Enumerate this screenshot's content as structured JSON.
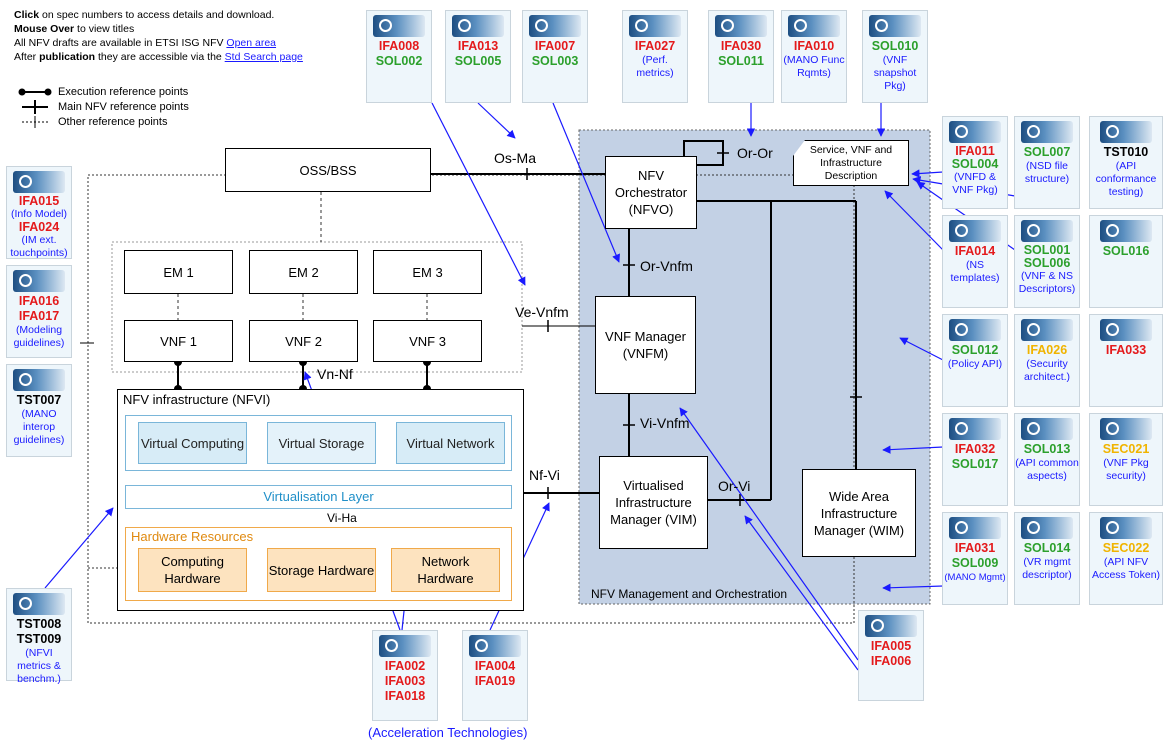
{
  "info": {
    "line1_bold": "Click",
    "line1_rest": " on spec numbers to access details and download.",
    "line2_bold": "Mouse Over",
    "line2_rest": " to view titles",
    "line3_text": "All NFV drafts are available in ETSI ISG NFV ",
    "line3_link": "Open area",
    "line4_text": "After ",
    "line4_bold": "publication",
    "line4_rest": " they are accessible via the ",
    "line4_link": "Std Search page"
  },
  "legend": {
    "execution": "Execution reference points",
    "main": "Main NFV reference points",
    "other": "Other reference points"
  },
  "boxes": {
    "oss": "OSS/BSS",
    "em1": "EM 1",
    "em2": "EM 2",
    "em3": "EM 3",
    "vnf1": "VNF 1",
    "vnf2": "VNF 2",
    "vnf3": "VNF 3",
    "nfvi": "NFV infrastructure (NFVI)",
    "vcomp": "Virtual Computing",
    "vstor": "Virtual Storage",
    "vnet": "Virtual Network",
    "vlayer": "Virtualisation Layer",
    "hw": "Hardware Resources",
    "chw": "Computing Hardware",
    "shw": "Storage Hardware",
    "nhw": "Network Hardware",
    "nfvo": "NFV Orchestrator (NFVO)",
    "vnfm": "VNF Manager (VNFM)",
    "vim": "Virtualised Infrastructure Manager (VIM)",
    "wim": "Wide Area Infrastructure Manager (WIM)",
    "desc": "Service, VNF and Infrastructure Description",
    "mano": "NFV Management and Orchestration"
  },
  "refpoints": {
    "osma": "Os-Ma",
    "oror": "Or-Or",
    "orvnfm": "Or-Vnfm",
    "vevnfm": "Ve-Vnfm",
    "vnnf": "Vn-Nf",
    "vivnfm": "Vi-Vnfm",
    "nfvi": "Nf-Vi",
    "orvi": "Or-Vi",
    "viha": "Vi-Ha"
  },
  "cards": {
    "c_ifa008": {
      "l1": "IFA008",
      "l2": "SOL002"
    },
    "c_ifa013": {
      "l1": "IFA013",
      "l2": "SOL005"
    },
    "c_ifa007": {
      "l1": "IFA007",
      "l2": "SOL003"
    },
    "c_ifa027": {
      "l1": "IFA027",
      "sub": "(Perf. metrics)"
    },
    "c_ifa030": {
      "l1": "IFA030",
      "l2": "SOL011"
    },
    "c_ifa010": {
      "l1": "IFA010",
      "sub": "(MANO Func Rqmts)"
    },
    "c_sol010": {
      "l1": "SOL010",
      "sub": "(VNF snapshot Pkg)"
    },
    "c_ifa015": {
      "l1": "IFA015",
      "sub1": "(Info Model)",
      "l2": "IFA024",
      "sub": "(IM ext. touchpoints)"
    },
    "c_ifa016": {
      "l1": "IFA016",
      "l2": "IFA017",
      "sub": "(Modeling guidelines)"
    },
    "c_tst007": {
      "l1": "TST007",
      "sub": "(MANO interop guidelines)"
    },
    "c_tst008": {
      "l1": "TST008",
      "l2": "TST009",
      "sub": "(NFVI metrics & benchm.)"
    },
    "c_ifa002": {
      "l1": "IFA002",
      "l2": "IFA003",
      "l3": "IFA018"
    },
    "c_ifa004": {
      "l1": "IFA004",
      "l2": "IFA019"
    },
    "c_ifa005": {
      "l1": "IFA005",
      "l2": "IFA006"
    },
    "c_ifa011": {
      "l1": "IFA011",
      "l2": "SOL004",
      "sub": "(VNFD & VNF Pkg)"
    },
    "c_sol007": {
      "l1": "SOL007",
      "sub": "(NSD file structure)"
    },
    "c_tst010": {
      "l1": "TST010",
      "sub": "(API conformance testing)"
    },
    "c_ifa014": {
      "l1": "IFA014",
      "sub": "(NS templates)"
    },
    "c_sol001": {
      "l1": "SOL001",
      "l2": "SOL006",
      "sub": "(VNF & NS Descriptors)"
    },
    "c_sol016": {
      "l1": "SOL016"
    },
    "c_sol012": {
      "l1": "SOL012",
      "sub": "(Policy API)"
    },
    "c_ifa026": {
      "l1": "IFA026",
      "sub": "(Security architect.)"
    },
    "c_ifa033": {
      "l1": "IFA033"
    },
    "c_ifa032": {
      "l1": "IFA032",
      "l2": "SOL017"
    },
    "c_sol013": {
      "l1": "SOL013",
      "sub": "(API common aspects)"
    },
    "c_sec021": {
      "l1": "SEC021",
      "sub": "(VNF Pkg security)"
    },
    "c_ifa031": {
      "l1": "IFA031",
      "l2": "SOL009",
      "sub": "(MANO Mgmt)"
    },
    "c_sol014": {
      "l1": "SOL014",
      "sub": "(VR mgmt descriptor)"
    },
    "c_sec022": {
      "l1": "SEC022",
      "sub": "(API NFV Access Token)"
    }
  },
  "accel": "(Acceleration Technologies)",
  "colors": {
    "ifa": "#e41a1c",
    "sol": "#2ca02c",
    "sec": "#f0b400",
    "tst": "#000000",
    "link": "#1a1aff",
    "mano_bg": "#c3d1e5"
  }
}
